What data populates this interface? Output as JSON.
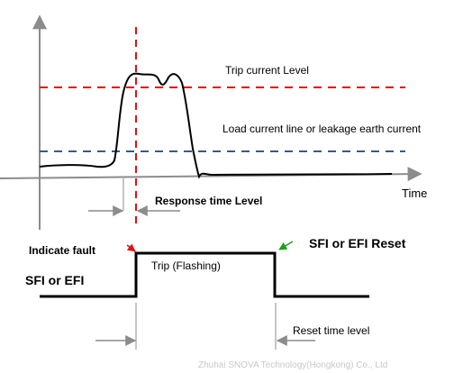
{
  "labels": {
    "trip_current": "Trip current Level",
    "load_current": "Load current line or leakage earth current",
    "time_axis": "Time",
    "response_time": "Response time Level",
    "indicate_fault": "Indicate fault",
    "trip_flashing": "Trip (Flashing)",
    "sfi_efi_reset": "SFI or EFI Reset",
    "sfi_efi": "SFI or EFI",
    "reset_time": "Reset time level"
  },
  "watermark": "Zhuhai SNOVA Technology(Hongkong) Co., Ltd",
  "colors": {
    "trip_line": "#e01010",
    "load_line": "#3a5a80",
    "axis": "#8c8c8c",
    "signal": "#000000",
    "indicate_arrow": "#e01010",
    "reset_arrow": "#1aa01a",
    "dim_line": "#8c8c8c"
  }
}
